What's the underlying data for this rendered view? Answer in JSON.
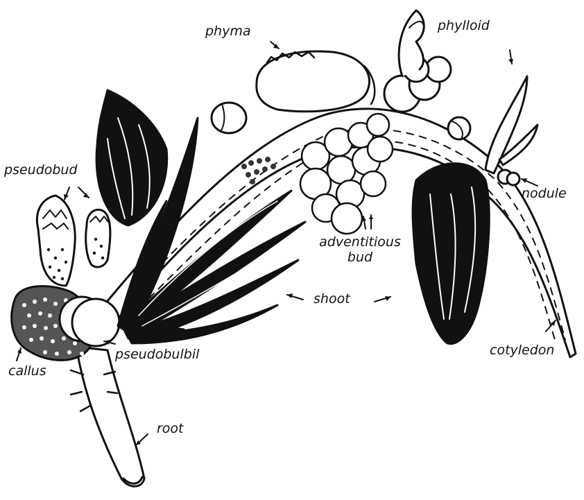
{
  "labels": {
    "phyma": "phyma",
    "phylloid": "phylloid",
    "pseudobud": "pseudobud",
    "nodule": "nodule",
    "adventitious": "adventitious",
    "bud": "bud",
    "shoot": "shoot",
    "cotyledon": "cotyledon",
    "pseudobulbil": "pseudobulbil",
    "callus": "callus",
    "root": "root"
  }
}
